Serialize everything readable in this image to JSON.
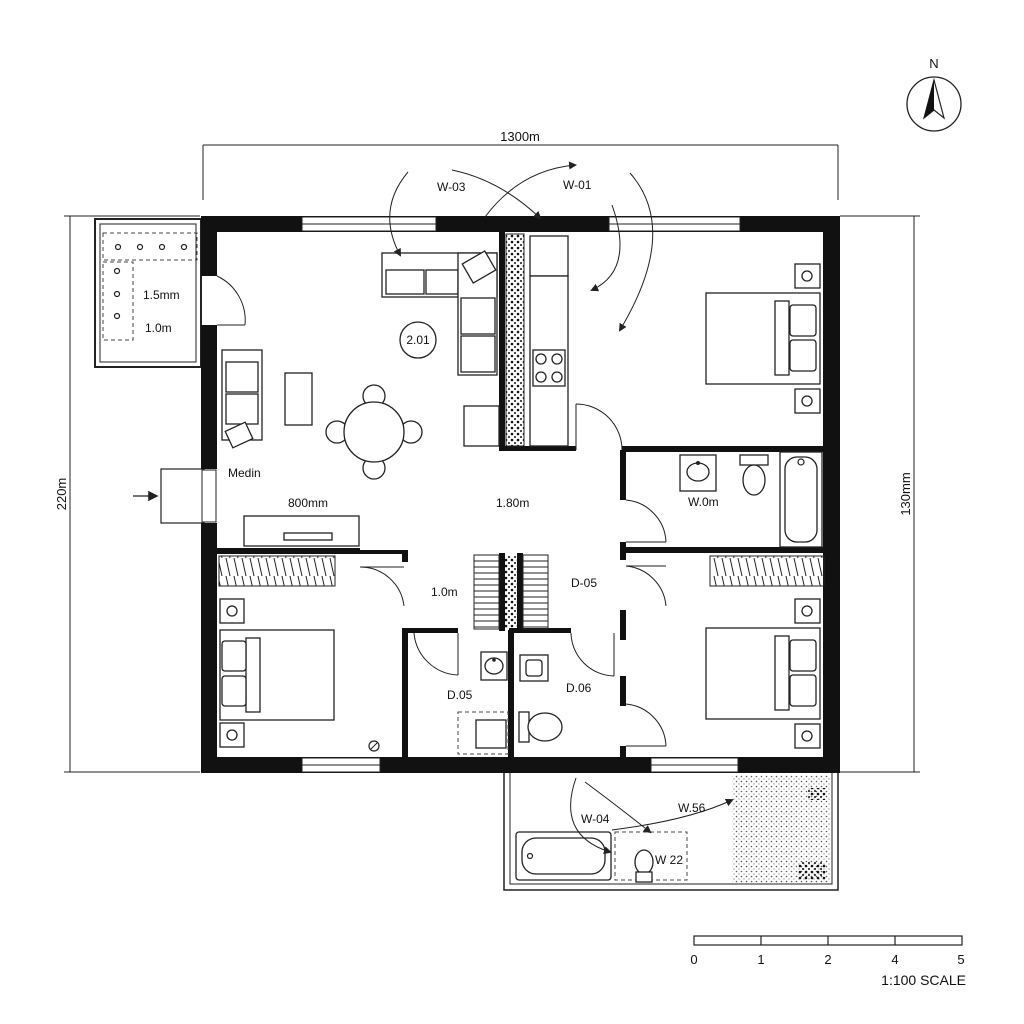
{
  "plan": {
    "dimensions": {
      "top": "1300m",
      "left": "220m",
      "right": "130mm"
    },
    "north_label": "N",
    "rooms": {
      "patio_width": "1.5mm",
      "patio_depth": "1.0m",
      "living_center": "2.01",
      "living_name": "Medin",
      "living_width": "800mm",
      "hall_width": "1.80m",
      "corridor_width": "1.0m",
      "bath_label": "W.0m"
    },
    "doors": {
      "d05_right": "D-05",
      "d05_left": "D.05",
      "d06": "D.06"
    },
    "windows": {
      "w03": "W-03",
      "w01": "W-01",
      "w04": "W-04",
      "w56": "W.56",
      "w22": "W 22"
    },
    "scale": {
      "ticks": [
        "0",
        "1",
        "2",
        "4",
        "5"
      ],
      "label": "1:100 SCALE"
    }
  },
  "colors": {
    "wall": "#111111",
    "line": "#222222",
    "background": "#ffffff"
  }
}
